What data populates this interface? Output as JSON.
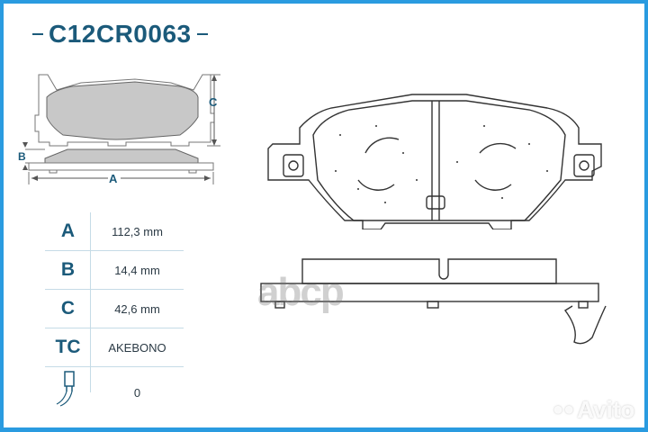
{
  "title": {
    "part_number": "C12CR0063"
  },
  "dimension_diagram": {
    "labels": {
      "a": "A",
      "b": "B",
      "c": "C"
    },
    "colors": {
      "pad_fill": "#c8c8c8",
      "line": "#555555",
      "accent": "#1b5a7a"
    }
  },
  "specs": [
    {
      "key": "A",
      "value": "112,3 mm"
    },
    {
      "key": "B",
      "value": "14,4 mm"
    },
    {
      "key": "C",
      "value": "42,6 mm"
    },
    {
      "key": "TC",
      "value": "AKEBONO"
    },
    {
      "key_icon": "wear-sensor-icon",
      "value": "0"
    }
  ],
  "watermarks": {
    "abcp": "abcp",
    "avito": "Avito"
  },
  "colors": {
    "frame": "#2a9be0",
    "text_accent": "#1b5a7a",
    "divider": "#c5dbe6"
  }
}
